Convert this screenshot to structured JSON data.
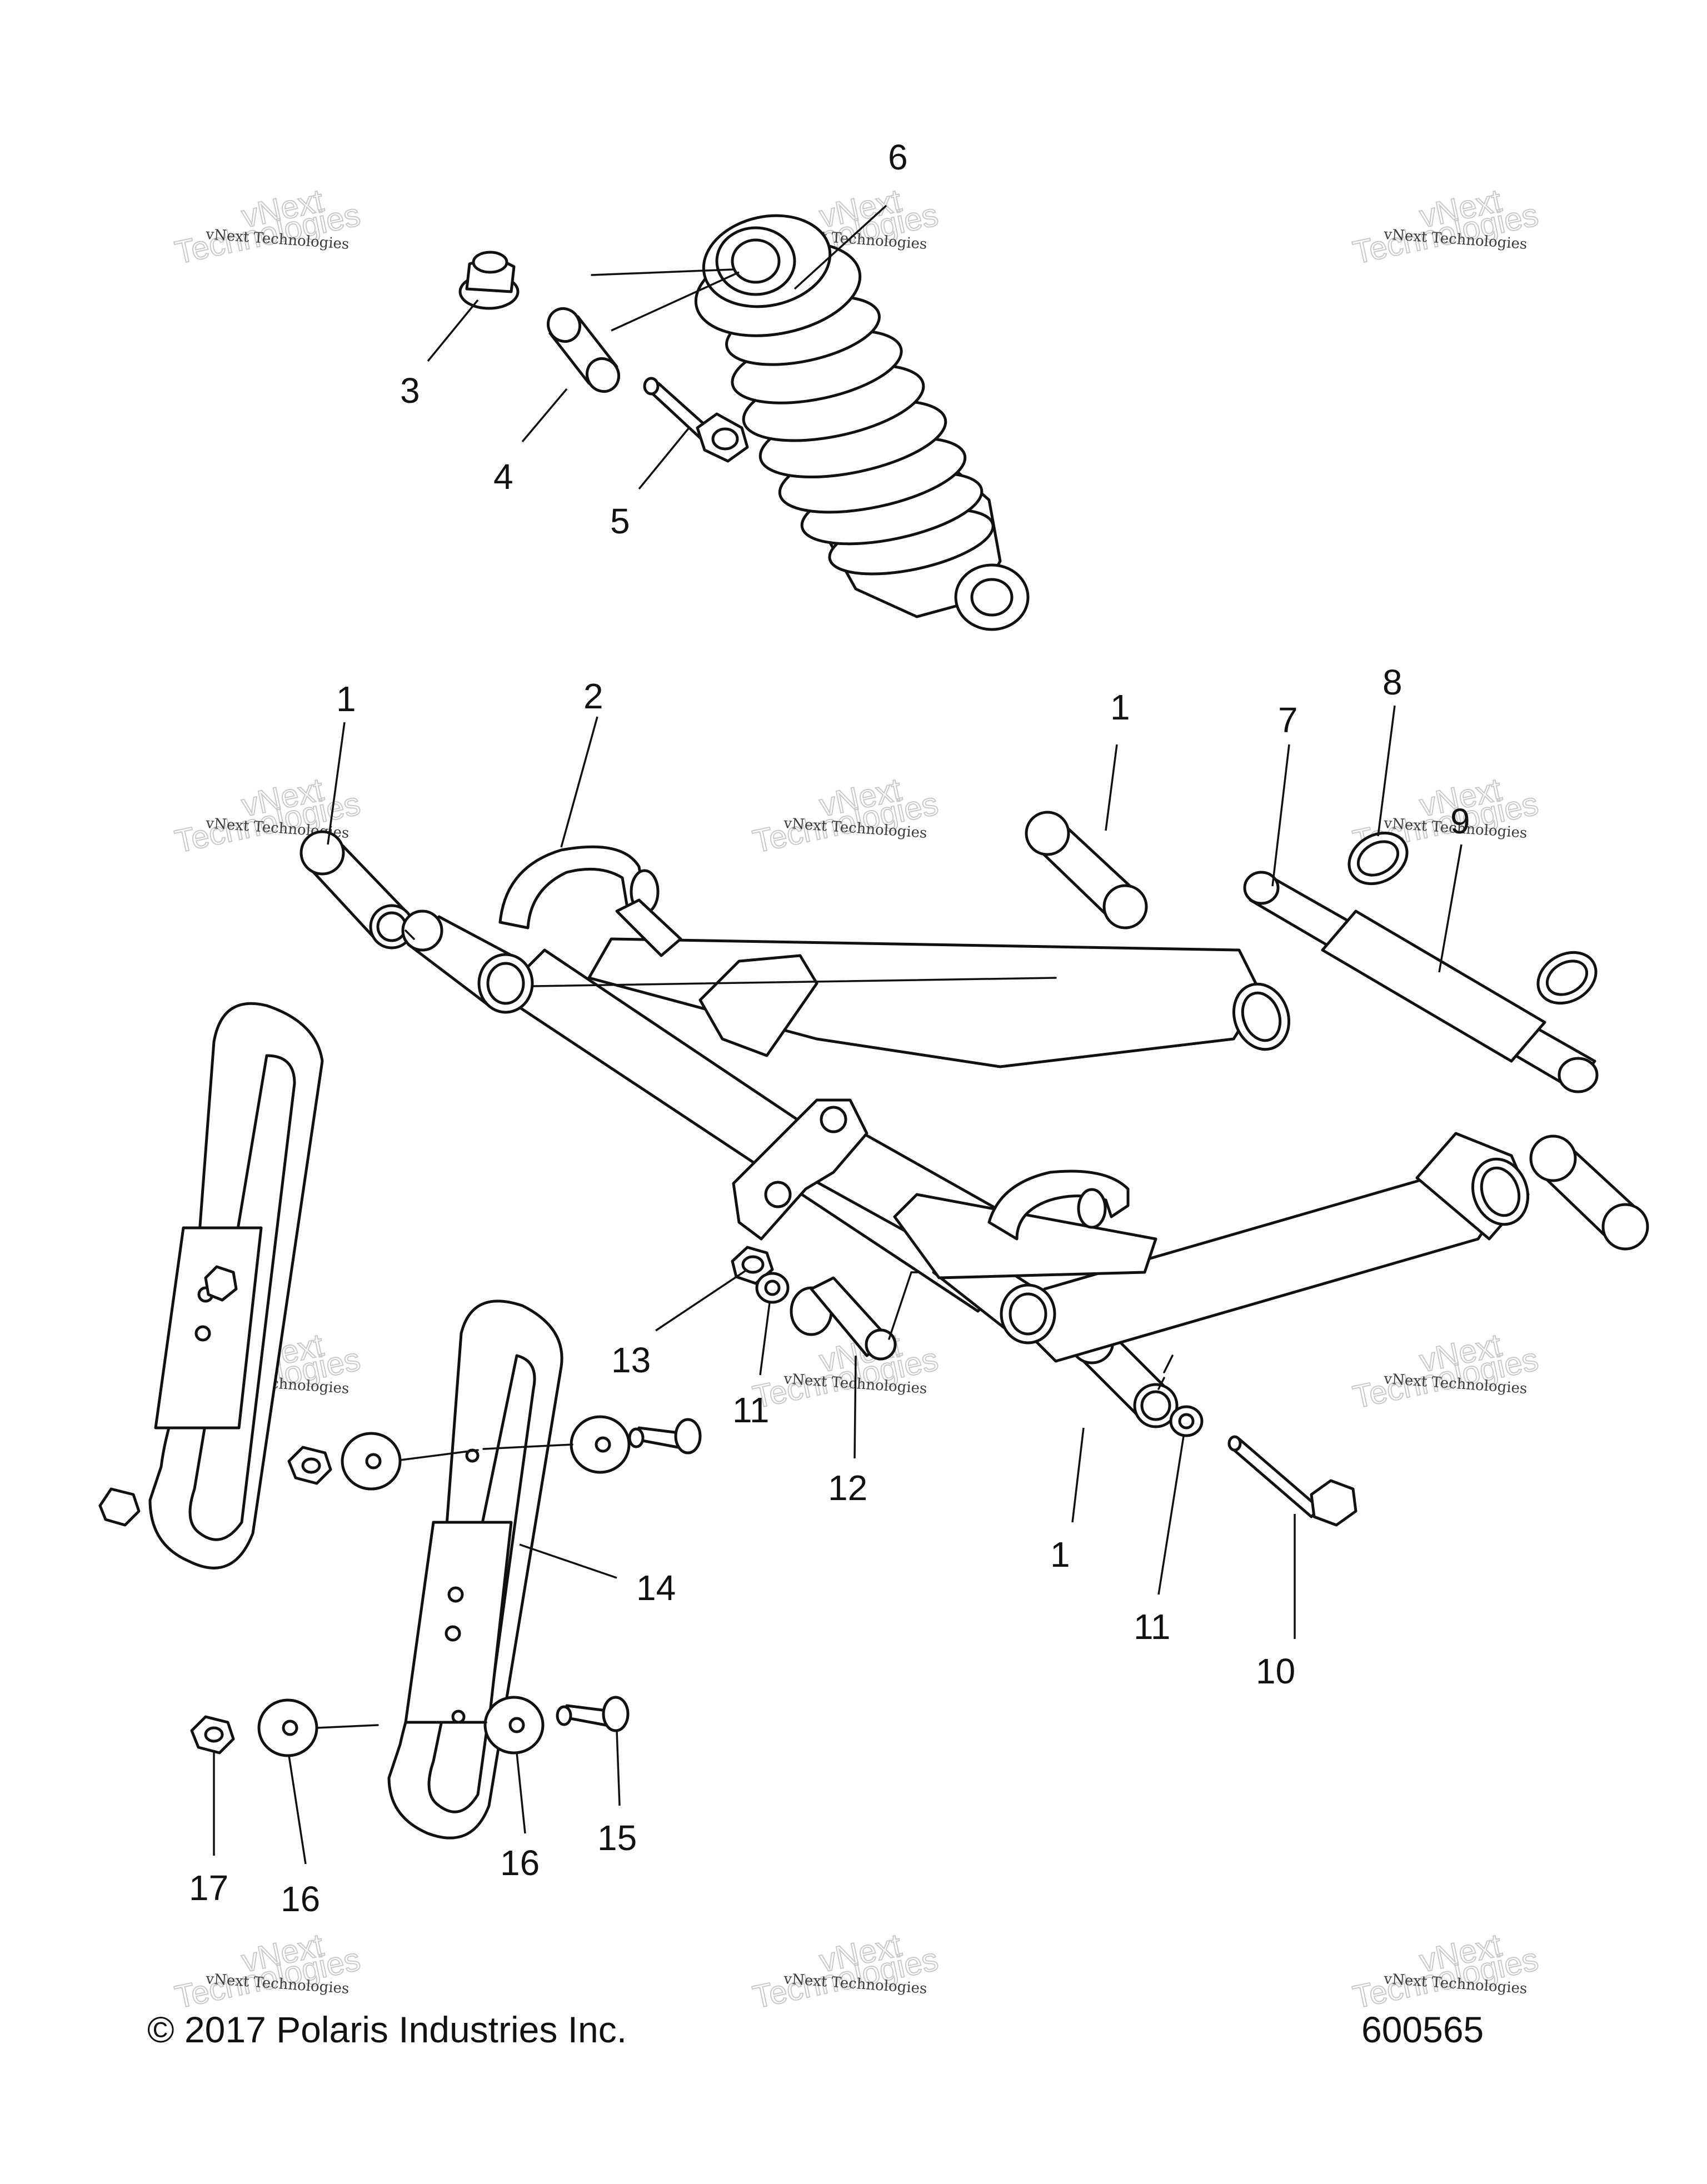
{
  "callouts": [
    {
      "label": "6"
    },
    {
      "label": "3"
    },
    {
      "label": "4"
    },
    {
      "label": "5"
    },
    {
      "label": "1"
    },
    {
      "label": "2"
    },
    {
      "label": "1"
    },
    {
      "label": "7"
    },
    {
      "label": "8"
    },
    {
      "label": "9"
    },
    {
      "label": "13"
    },
    {
      "label": "11"
    },
    {
      "label": "12"
    },
    {
      "label": "1"
    },
    {
      "label": "11"
    },
    {
      "label": "10"
    },
    {
      "label": "14"
    },
    {
      "label": "17"
    },
    {
      "label": "16"
    },
    {
      "label": "16"
    },
    {
      "label": "15"
    }
  ],
  "watermark": {
    "line_small": "vNext Technologies",
    "line_big_1": "vNext",
    "line_big_2": "Technologies"
  },
  "footer": {
    "copyright": "© 2017 Polaris Industries Inc.",
    "drawing_number": "600565"
  }
}
